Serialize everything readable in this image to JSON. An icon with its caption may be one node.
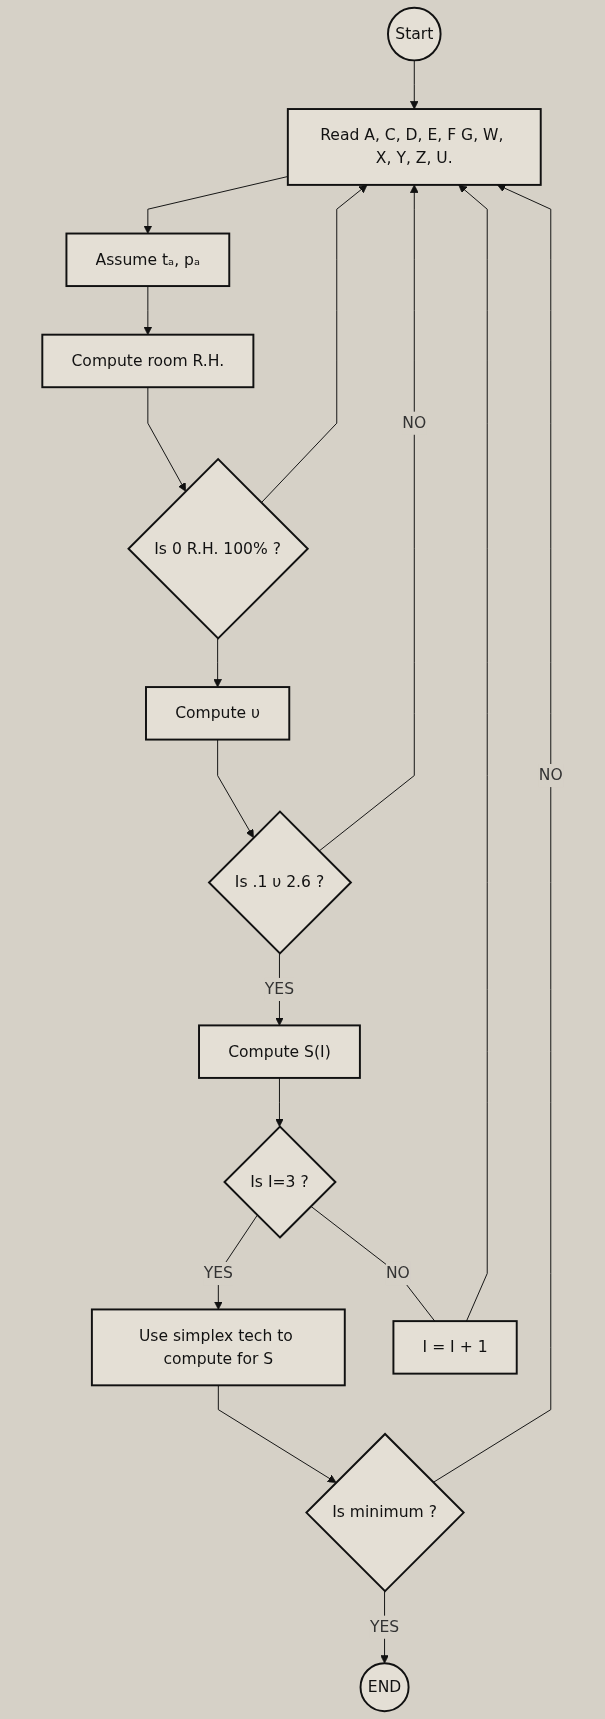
{
  "diagram": {
    "nodes": [
      {
        "text": [
          "Start"
        ]
      },
      {
        "text": [
          "Read A, C, D, E, F G, W, X, Y, Z, U."
        ]
      },
      {
        "text": [
          "Assume tₐ, pₐ"
        ]
      },
      {
        "text": [
          "Compute room R.H."
        ]
      },
      {
        "text": [
          "Is 0 R.H. 100% ?"
        ]
      },
      {
        "text": [
          "Compute υ"
        ]
      },
      {
        "text": [
          "Is .1 υ 2.6 ?"
        ]
      },
      {
        "text": [
          "Compute S(I)"
        ]
      },
      {
        "text": [
          "Is I=3 ?"
        ]
      },
      {
        "text": [
          "Use simplex tech to compute for S"
        ]
      },
      {
        "text": [
          "Is minimum ?"
        ]
      },
      {
        "text": [
          "END"
        ]
      },
      {
        "text": [
          "I = I + 1"
        ]
      }
    ],
    "edges": [
      {
        "from": 0,
        "to": 1,
        "arrow": "to"
      },
      {
        "from": 1,
        "to": 2,
        "arrow": "to"
      },
      {
        "from": 2,
        "to": 3,
        "arrow": "to"
      },
      {
        "from": 3,
        "to": 4,
        "arrow": "to"
      },
      {
        "from": 4,
        "to": 5,
        "arrow": "to"
      },
      {
        "from": 4,
        "to": 1,
        "arrow": "to"
      },
      {
        "from": 5,
        "to": 6,
        "arrow": "to"
      },
      {
        "from": 6,
        "to": 7,
        "label": "YES",
        "arrow": "to"
      },
      {
        "from": 6,
        "to": 1,
        "label": "NO",
        "arrow": "to"
      },
      {
        "from": 7,
        "to": 8,
        "arrow": "to"
      },
      {
        "from": 8,
        "to": 9,
        "label": "YES",
        "arrow": "to"
      },
      {
        "from": 8,
        "to": 12,
        "label": "NO",
        "arrow": "none"
      },
      {
        "from": 12,
        "to": 1,
        "arrow": "to"
      },
      {
        "from": 9,
        "to": 10,
        "arrow": "to"
      },
      {
        "from": 10,
        "to": 11,
        "label": "YES",
        "arrow": "to"
      },
      {
        "from": 10,
        "to": 1,
        "label": "NO",
        "arrow": "to"
      }
    ]
  }
}
